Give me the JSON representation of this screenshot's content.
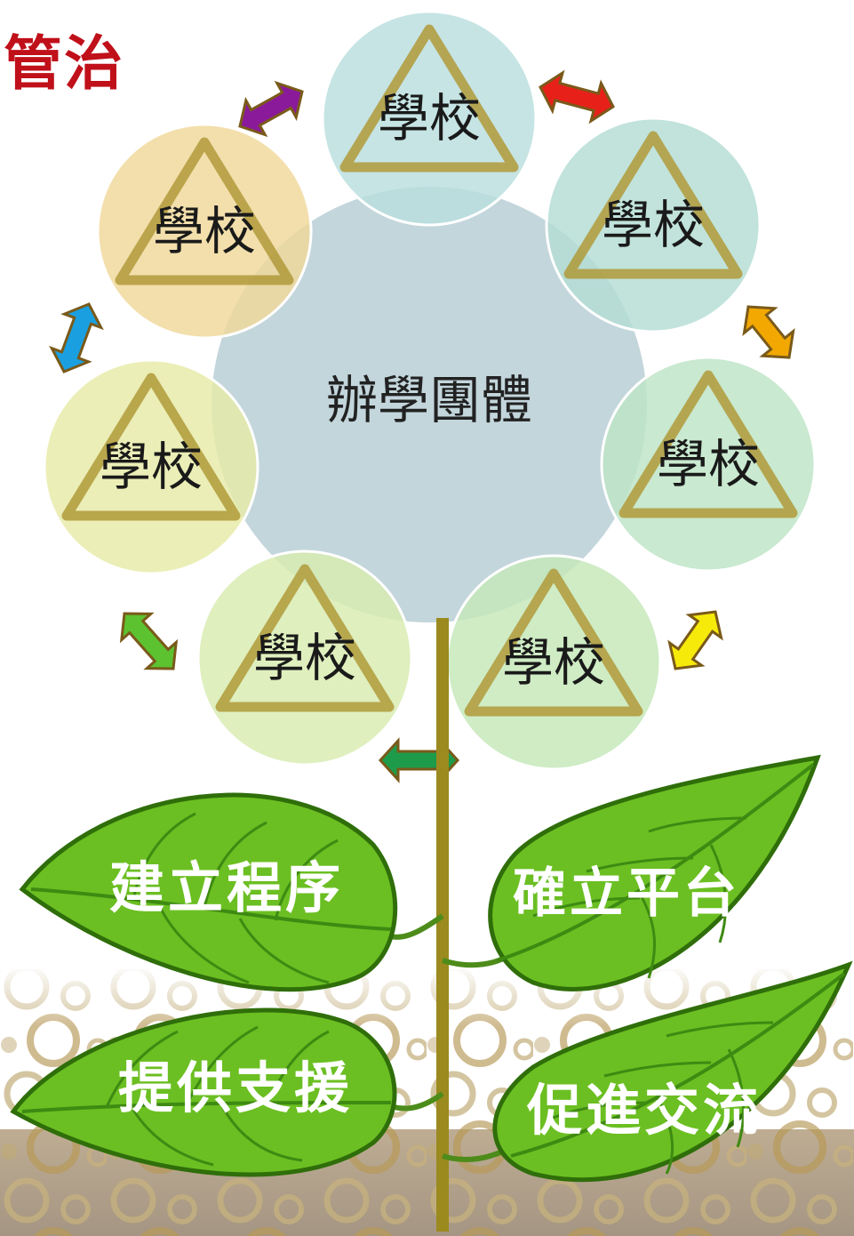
{
  "title": "管治",
  "center": {
    "label": "辦學團體"
  },
  "schools": [
    {
      "label": "學校",
      "fill": "#b9dede"
    },
    {
      "label": "學校",
      "fill": "#b3ddd3"
    },
    {
      "label": "學校",
      "fill": "#bde4c6"
    },
    {
      "label": "學校",
      "fill": "#c5e8b8"
    },
    {
      "label": "學校",
      "fill": "#d8ecb0"
    },
    {
      "label": "學校",
      "fill": "#e6eaa6"
    },
    {
      "label": "學校",
      "fill": "#f0d89a"
    }
  ],
  "leaves": {
    "top_left": "建立程序",
    "top_right": "確立平台",
    "bottom_left": "提供支援",
    "bottom_right": "促進交流"
  },
  "colors": {
    "title": "#c0101a",
    "stem": "#9b8a1e",
    "leaf": "#6bbf22",
    "leaf_outline": "#2f6e0a",
    "triangle": "#b09a3a",
    "arrows": [
      "#e8201a",
      "#f2a800",
      "#f6ea0a",
      "#1e9b4a",
      "#5cc230",
      "#1aa0e0",
      "#8a1a9a"
    ]
  }
}
